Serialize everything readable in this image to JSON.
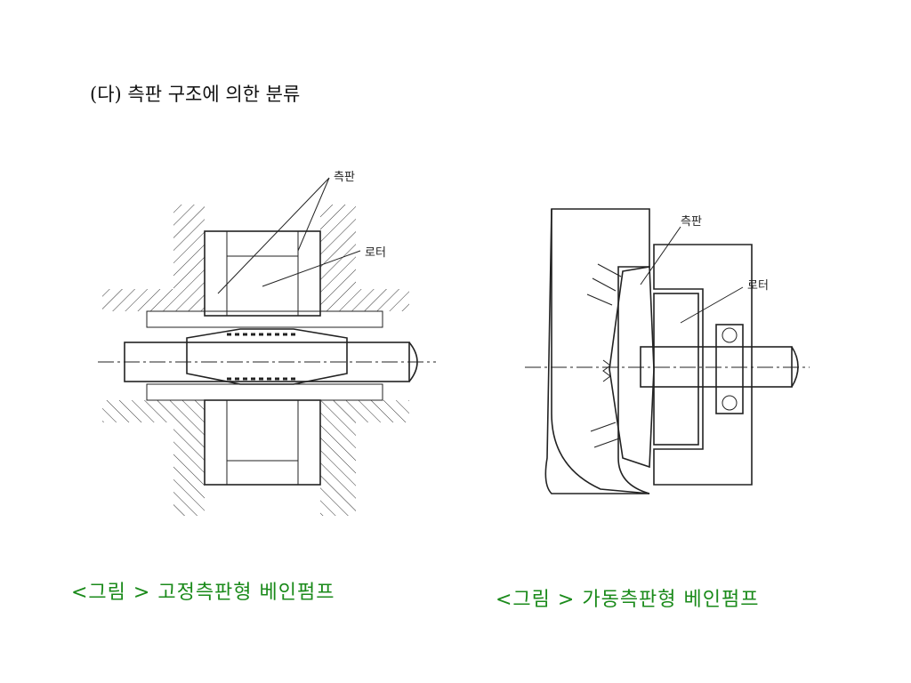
{
  "title": "(다) 측판 구조에 의한 분류",
  "figures": [
    {
      "labels": {
        "side_plate": "측판",
        "rotor": "로터"
      },
      "caption": "<그림 > 고정측판형 베인펌프"
    },
    {
      "labels": {
        "side_plate": "측판",
        "rotor": "로터"
      },
      "caption": "<그림 > 가동측판형 베인펌프"
    }
  ],
  "colors": {
    "caption": "#1a8a1a",
    "title": "#111111",
    "line": "#222222"
  }
}
